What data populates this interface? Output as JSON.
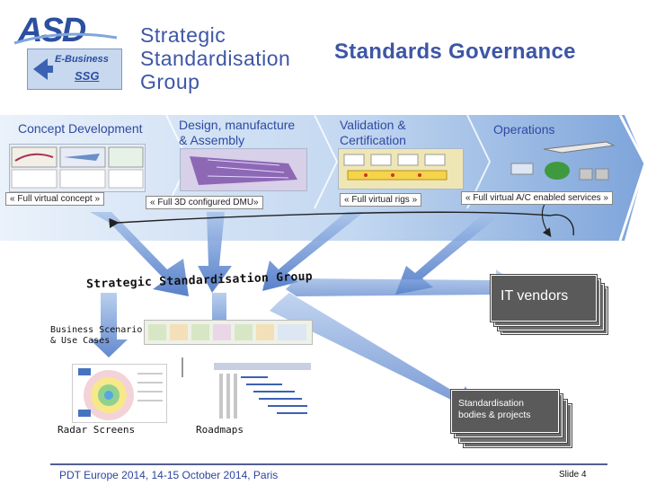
{
  "logo": {
    "brand": "ASD",
    "badge_line1": "E-Business",
    "badge_line2": "SSG"
  },
  "header": {
    "title_line1": "Strategic",
    "title_line2": "Standardisation",
    "title_line3": "Group",
    "governance_title": "Standards Governance"
  },
  "phases": [
    {
      "label": "Concept Development",
      "tag": "« Full virtual concept »"
    },
    {
      "label_line1": "Design, manufacture",
      "label_line2": "& Assembly",
      "tag": "« Full 3D  configured DMU»"
    },
    {
      "label_line1": "Validation &",
      "label_line2": "Certification",
      "tag": "« Full virtual rigs »"
    },
    {
      "label": "Operations",
      "tag": "« Full virtual A/C enabled services »"
    }
  ],
  "ssg_banner": "Strategic Standardisation Group",
  "it_vendors": "IT vendors",
  "business_scenario": {
    "line1": "Business Scenario",
    "line2": "& Use Cases"
  },
  "standardisation_bodies": {
    "line1": "Standardisation",
    "line2": "bodies & projects"
  },
  "radar_label": "Radar Screens",
  "roadmaps_label": "Roadmaps",
  "footer": {
    "event": "PDT Europe 2014, 14-15 October 2014, Paris",
    "slide": "Slide 4"
  },
  "colors": {
    "title_blue": "#3d56a6",
    "arrow_blue": "#4a76c8",
    "band_light": "#c9dcf2",
    "card_grey": "#5f5f5f",
    "badge_blue": "#2c4fa0"
  }
}
